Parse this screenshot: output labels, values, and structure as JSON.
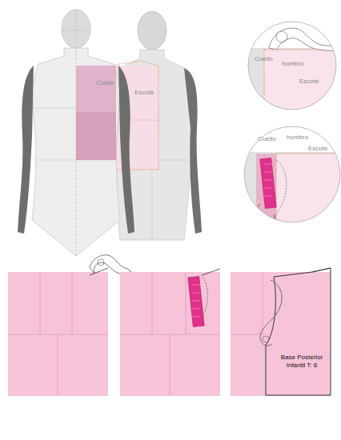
{
  "diagram": {
    "nodes": [
      {
        "text": [
          "Base Posterior Infantil T: 6"
        ]
      }
    ],
    "labels": [
      "Cuello",
      "Escote",
      "Cuello",
      "hombro",
      "Escote",
      "Cuello",
      "hombro",
      "Escote"
    ]
  }
}
